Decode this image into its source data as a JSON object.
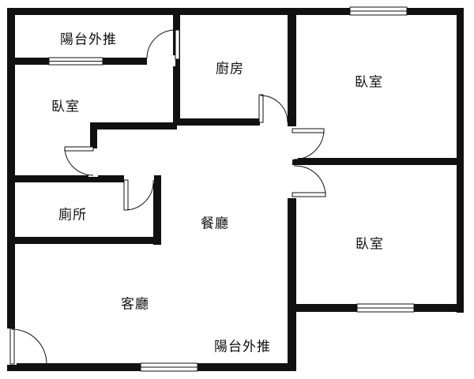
{
  "rooms": {
    "balcony_top": "陽台外推",
    "kitchen": "廚房",
    "bedroom_left": "臥室",
    "bedroom_right_top": "臥室",
    "bathroom": "廁所",
    "dining": "餐廳",
    "bedroom_right_bottom": "臥室",
    "living": "客廳",
    "balcony_bottom": "陽台外推"
  }
}
